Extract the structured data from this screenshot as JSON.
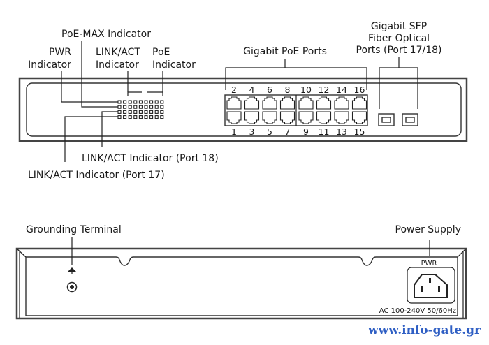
{
  "front_panel": {
    "labels": {
      "poe_max": "PoE-MAX Indicator",
      "pwr_line1": "PWR",
      "pwr_line2": "Indicator",
      "linkact_line1": "LINK/ACT",
      "linkact_line2": "Indicator",
      "poe_line1": "PoE",
      "poe_line2": "Indicator",
      "gigabit_poe_ports": "Gigabit PoE Ports",
      "sfp_line1": "Gigabit SFP",
      "sfp_line2": "Fiber Optical",
      "sfp_line3": "Ports (Port 17/18)",
      "linkact_port18": "LINK/ACT Indicator (Port 18)",
      "linkact_port17": "LINK/ACT Indicator (Port 17)"
    },
    "top_port_numbers": [
      "2",
      "4",
      "6",
      "8",
      "10",
      "12",
      "14",
      "16"
    ],
    "bottom_port_numbers": [
      "1",
      "3",
      "5",
      "7",
      "9",
      "11",
      "13",
      "15"
    ],
    "led_rows": 4,
    "led_columns": 9,
    "sfp_port_count": 2
  },
  "rear_panel": {
    "labels": {
      "grounding_terminal": "Grounding Terminal",
      "power_supply": "Power Supply",
      "pwr": "PWR",
      "ac_rating": "AC 100-240V 50/60Hz"
    }
  },
  "watermark": "www.info-gate.gr",
  "colors": {
    "line": "#222222",
    "watermark": "#2f5fc4"
  }
}
